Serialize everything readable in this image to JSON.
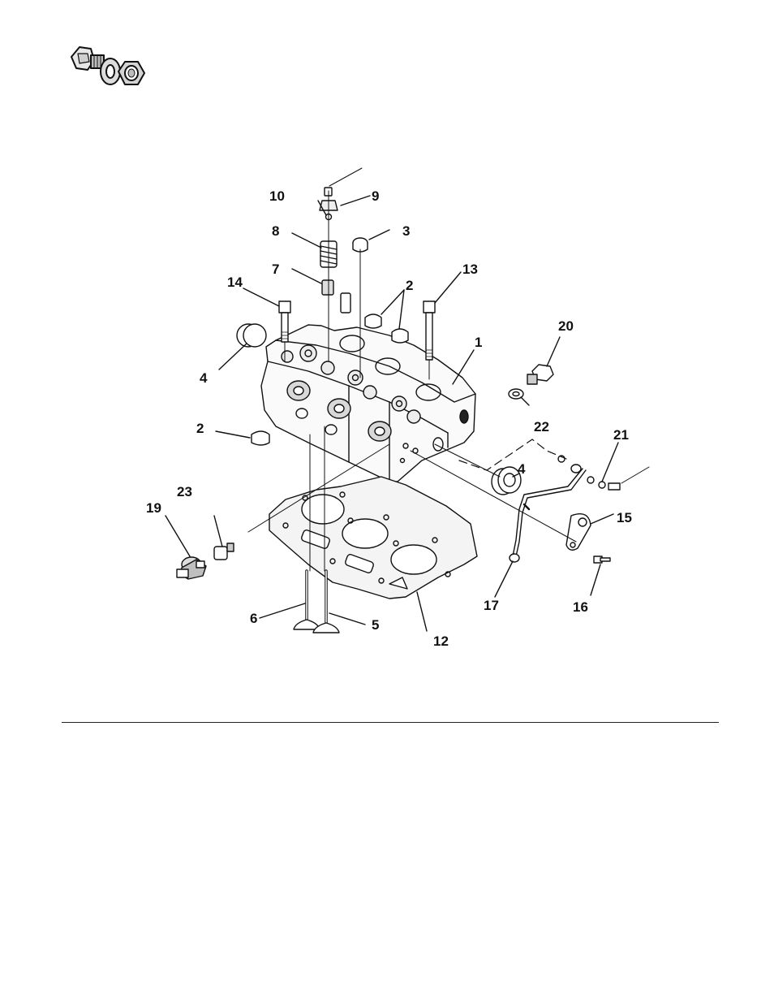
{
  "diagram": {
    "callouts": {
      "c1": "1",
      "c2a": "2",
      "c2b": "2",
      "c3": "3",
      "c4a": "4",
      "c4b": "4",
      "c5": "5",
      "c6": "6",
      "c7": "7",
      "c8": "8",
      "c9": "9",
      "c10": "10",
      "c12": "12",
      "c13": "13",
      "c14": "14",
      "c15": "15",
      "c16": "16",
      "c17": "17",
      "c19": "19",
      "c20": "20",
      "c21": "21",
      "c22": "22",
      "c23": "23"
    }
  },
  "icons": {
    "logo": "bolt-washer-nut-icon"
  },
  "colors": {
    "line": "#111111",
    "background": "#ffffff"
  }
}
